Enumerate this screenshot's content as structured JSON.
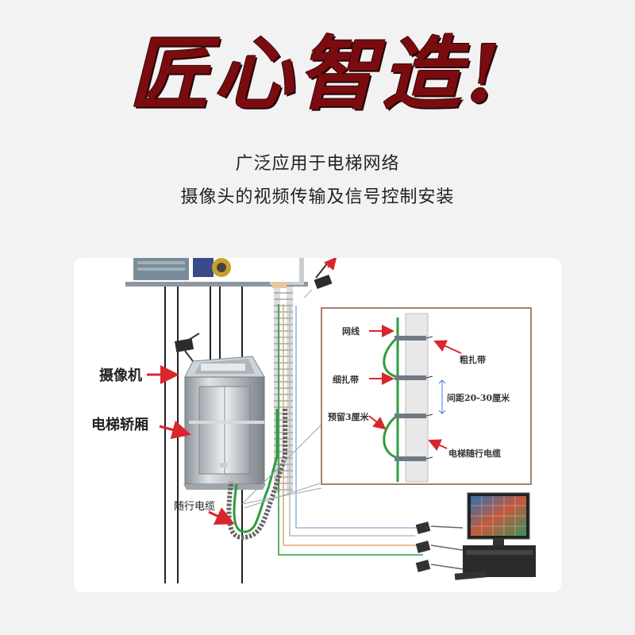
{
  "header": {
    "headline": "匠心智造!",
    "subtitle_line1": "广泛应用于电梯网络",
    "subtitle_line2": "摄像头的视频传输及信号控制安装"
  },
  "diagram": {
    "labels": {
      "camera": "摄像机",
      "elevator_car": "电梯轿厢",
      "traveling_cable": "随行电缆"
    },
    "detail": {
      "network_cable": "网线",
      "thick_tie": "粗扎带",
      "thin_tie": "细扎带",
      "spacing": "间距20-30厘米",
      "reserve": "预留3厘米",
      "elevator_cable": "电梯随行电缆"
    },
    "colors": {
      "arrow": "#d9262c",
      "network_cable": "#2d9e3f",
      "traveling_cable": "#666666",
      "detail_border": "#a8826b"
    }
  }
}
